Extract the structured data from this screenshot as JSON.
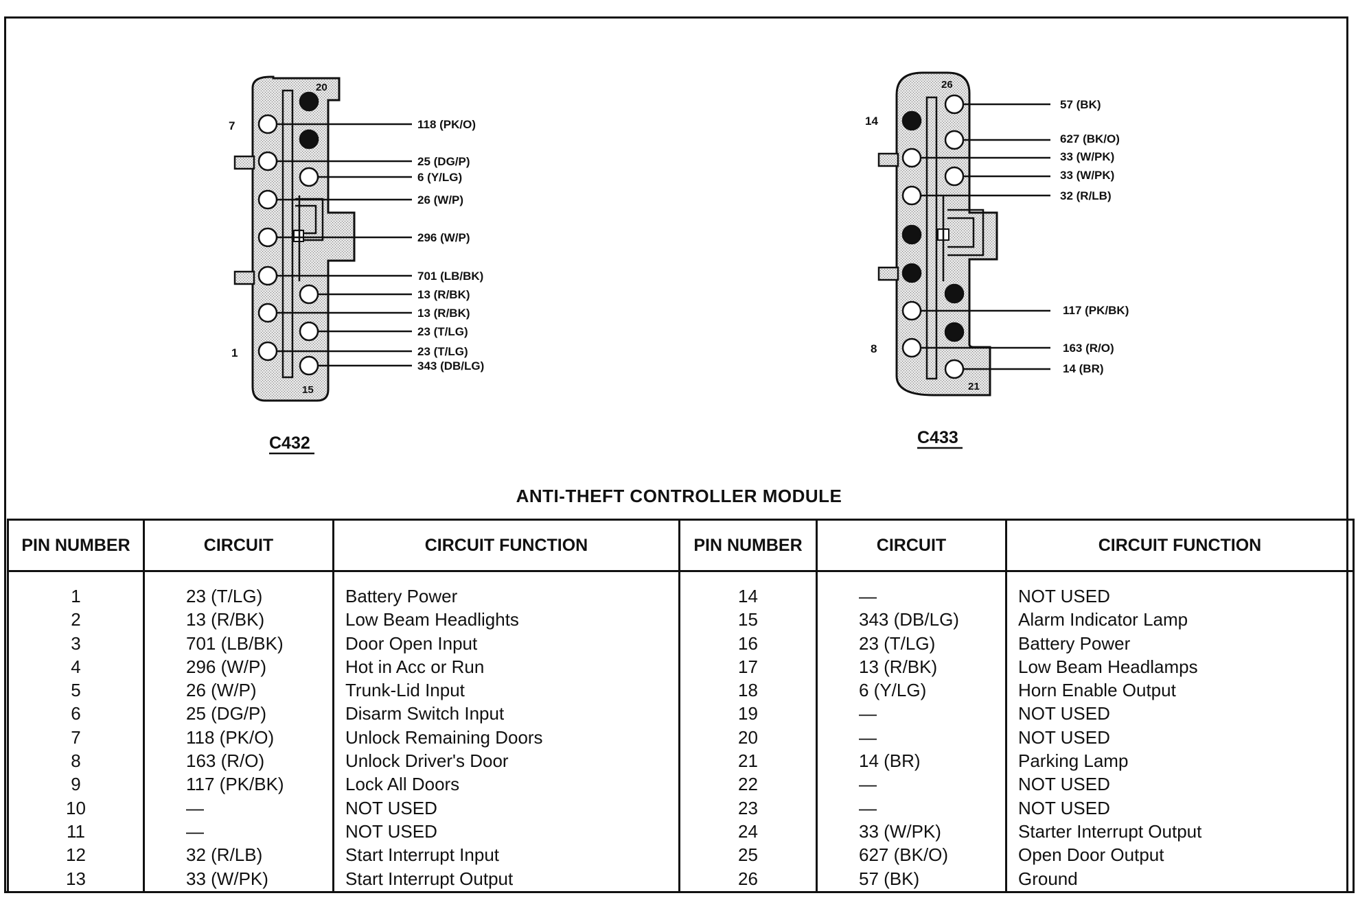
{
  "module_title": "ANTI-THEFT CONTROLLER MODULE",
  "connectors": [
    {
      "name": "C432",
      "pin_labels": [
        "20",
        "7",
        "1",
        "15"
      ],
      "wires": [
        "118 (PK/O)",
        "25 (DG/P)",
        "6 (Y/LG)",
        "26 (W/P)",
        "296 (W/P)",
        "701 (LB/BK)",
        "13 (R/BK)",
        "13 (R/BK)",
        "23 (T/LG)",
        "23 (T/LG)",
        "343 (DB/LG)"
      ]
    },
    {
      "name": "C433",
      "pin_labels": [
        "26",
        "14",
        "8",
        "21"
      ],
      "wires": [
        "57 (BK)",
        "627 (BK/O)",
        "33 (W/PK)",
        "33 (W/PK)",
        "32 (R/LB)",
        "117 (PK/BK)",
        "163 (R/O)",
        "14 (BR)"
      ]
    }
  ],
  "table": {
    "headers": [
      "PIN NUMBER",
      "CIRCUIT",
      "CIRCUIT FUNCTION",
      "PIN NUMBER",
      "CIRCUIT",
      "CIRCUIT FUNCTION"
    ],
    "left_pins": [
      "1",
      "2",
      "3",
      "4",
      "5",
      "6",
      "7",
      "8",
      "9",
      "10",
      "11",
      "12",
      "13"
    ],
    "left_circuits": [
      "23 (T/LG)",
      "13 (R/BK)",
      "701 (LB/BK)",
      "296 (W/P)",
      "26 (W/P)",
      "25 (DG/P)",
      "118 (PK/O)",
      "163 (R/O)",
      "117 (PK/BK)",
      "—",
      "—",
      "32 (R/LB)",
      "33 (W/PK)"
    ],
    "left_functions": [
      "Battery Power",
      "Low Beam Headlights",
      "Door Open Input",
      "Hot in Acc or Run",
      "Trunk-Lid Input",
      "Disarm Switch Input",
      "Unlock Remaining Doors",
      "Unlock Driver's Door",
      "Lock All Doors",
      "NOT USED",
      "NOT USED",
      "Start  Interrupt Input",
      "Start Interrupt Output"
    ],
    "right_pins": [
      "14",
      "15",
      "16",
      "17",
      "18",
      "19",
      "20",
      "21",
      "22",
      "23",
      "24",
      "25",
      "26"
    ],
    "right_circuits": [
      "—",
      "343 (DB/LG)",
      "23 (T/LG)",
      "13 (R/BK)",
      "6 (Y/LG)",
      "—",
      "—",
      "14 (BR)",
      "—",
      "—",
      "33 (W/PK)",
      "627 (BK/O)",
      "57 (BK)"
    ],
    "right_functions": [
      "NOT USED",
      "Alarm Indicator Lamp",
      "Battery Power",
      "Low Beam Headlamps",
      "Horn Enable Output",
      "NOT USED",
      "NOT USED",
      "Parking Lamp",
      "NOT USED",
      "NOT USED",
      "Starter Interrupt Output",
      "Open Door Output",
      "Ground"
    ]
  }
}
